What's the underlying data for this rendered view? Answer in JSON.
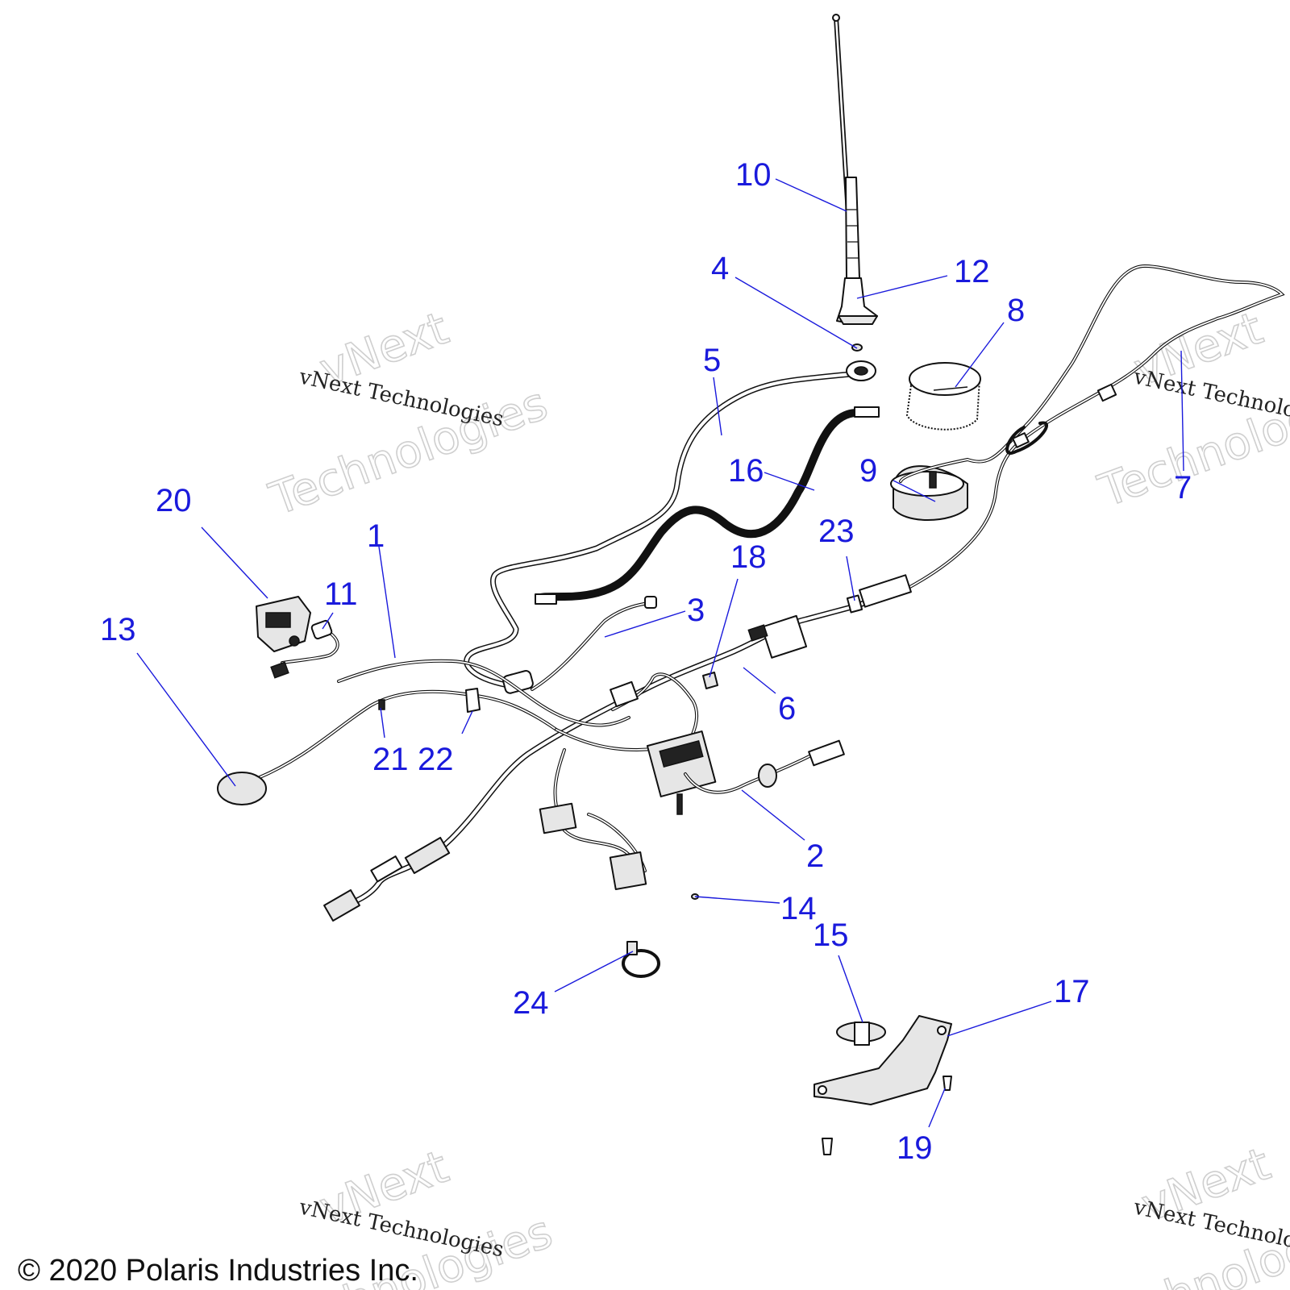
{
  "callouts": {
    "c1": "1",
    "c2": "2",
    "c3": "3",
    "c4": "4",
    "c5": "5",
    "c6": "6",
    "c7": "7",
    "c8": "8",
    "c9": "9",
    "c10": "10",
    "c11": "11",
    "c12": "12",
    "c13": "13",
    "c14": "14",
    "c15": "15",
    "c16": "16",
    "c17": "17",
    "c18": "18",
    "c19": "19",
    "c20": "20",
    "c21": "21",
    "c22": "22",
    "c23": "23",
    "c24": "24"
  },
  "watermark": {
    "small": "vNext Technologies",
    "big_line1": "vNext",
    "big_line2": "Technologies"
  },
  "copyright": "© 2020 Polaris Industries Inc.",
  "colors": {
    "callout": "#1a1adc",
    "line_art": "#111111"
  }
}
